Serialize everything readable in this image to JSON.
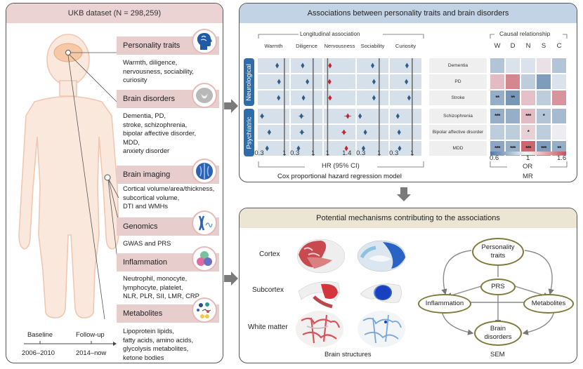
{
  "left_panel": {
    "title": "UKB dataset (N = 298,259)",
    "categories": [
      {
        "label": "Personality traits",
        "description": [
          "Warmth, diligence,",
          "nervousness, sociability,",
          "curiosity"
        ],
        "icon": "head-brain-icon"
      },
      {
        "label": "Brain disorders",
        "description": [
          "Dementia, PD,",
          "stroke, schizophrenia,",
          "bipolar affective disorder,",
          "MDD,",
          "anxiety disorder"
        ],
        "icon": "brain-section-icon"
      },
      {
        "label": "Brain imaging",
        "description": [
          "Cortical volume/area/thickness,",
          "subcortical volume,",
          "DTI and WMHs"
        ],
        "icon": "brain-scan-icon"
      },
      {
        "label": "Genomics",
        "description": [
          "GWAS and PRS"
        ],
        "icon": "chromosome-dna-icon"
      },
      {
        "label": "Inflammation",
        "description": [
          "Neutrophil, monocyte,",
          "lymphocyte, platelet,",
          "NLR, PLR, SII, LMR, CRP"
        ],
        "icon": "immune-cells-icon"
      },
      {
        "label": "Metabolites",
        "description": [
          "Lipoprotein lipids,",
          "fatty acids, amino acids,",
          "glycolysis metabolites,",
          "ketone bodies"
        ],
        "icon": "molecules-icon"
      }
    ],
    "timeline": {
      "baseline_label": "Baseline",
      "baseline_years": "2006–2010",
      "followup_label": "Follow-up",
      "followup_years": "2014–now"
    }
  },
  "top_panel": {
    "title": "Associations between personality traits and brain disorders",
    "longitudinal_label": "Longitudinal association",
    "causal_label": "Causal relationship",
    "traits": [
      "Warmth",
      "Diligence",
      "Nervousness",
      "Sociability",
      "Curiosity"
    ],
    "trait_abbrev": [
      "W",
      "D",
      "N",
      "S",
      "C"
    ],
    "groups": [
      {
        "label": "Neurological",
        "diseases": [
          "Dementia",
          "PD",
          "Stroke"
        ]
      },
      {
        "label": "Psychiatric",
        "diseases": [
          "Schizophrenia",
          "Bipolar affective disorder",
          "MDD"
        ]
      }
    ],
    "forest_ticks": [
      [
        "0.3",
        "1"
      ],
      [
        "0.3",
        "1"
      ],
      [
        "1",
        "1.4"
      ],
      [
        "0.3",
        "1"
      ],
      [
        "0.3",
        "1"
      ]
    ],
    "hr_label": "HR (95% CI)",
    "cox_label": "Cox proportional hazard regression model",
    "colorbar": {
      "min": "0.6",
      "mid": "1",
      "max": "1.6",
      "low_color": "#4f78a3",
      "high_color": "#c9515c"
    },
    "or_label": "OR",
    "mr_label": "MR"
  },
  "chart_data": [
    {
      "type": "scatter",
      "title": "Longitudinal association (forest plot)",
      "xlabel": "HR (95% CI)",
      "note": "Hazard ratios per trait (columns) and disorder (rows); red = HR > 1, blue = HR < 1",
      "categories": [
        "Dementia",
        "PD",
        "Stroke",
        "Schizophrenia",
        "Bipolar affective disorder",
        "MDD"
      ],
      "series": [
        {
          "name": "Warmth",
          "xlim": [
            0.3,
            1.1
          ],
          "values": [
            0.8,
            0.85,
            0.84,
            0.38,
            0.58,
            0.52
          ],
          "ci_half": [
            0.02,
            0.02,
            0.02,
            0.06,
            0.05,
            0.02
          ]
        },
        {
          "name": "Diligence",
          "xlim": [
            0.2,
            1.3
          ],
          "values": [
            0.6,
            0.78,
            0.63,
            0.55,
            0.57,
            0.44
          ],
          "ci_half": [
            0.02,
            0.02,
            0.02,
            0.1,
            0.09,
            0.02
          ]
        },
        {
          "name": "Nervousness",
          "xlim": [
            0.95,
            1.55
          ],
          "values": [
            1.05,
            1.04,
            1.05,
            1.42,
            1.34,
            1.39
          ],
          "ci_half": [
            0.01,
            0.01,
            0.01,
            0.07,
            0.05,
            0.01
          ]
        },
        {
          "name": "Sociability",
          "xlim": [
            0.2,
            1.3
          ],
          "values": [
            0.75,
            0.8,
            0.8,
            0.27,
            0.47,
            0.4
          ],
          "ci_half": [
            0.02,
            0.02,
            0.02,
            0.06,
            0.06,
            0.02
          ]
        },
        {
          "name": "Curiosity",
          "xlim": [
            0.2,
            1.3
          ],
          "values": [
            0.8,
            0.78,
            0.88,
            0.45,
            0.5,
            0.52
          ],
          "ci_half": [
            0.02,
            0.02,
            0.02,
            0.06,
            0.06,
            0.02
          ]
        }
      ],
      "colors": {
        "positive": "#c8202e",
        "negative": "#2f5d8a"
      }
    },
    {
      "type": "heatmap",
      "title": "Causal relationship (MR)",
      "xlabel": "OR",
      "columns": [
        "W",
        "D",
        "N",
        "S",
        "C"
      ],
      "rows": [
        "Dementia",
        "PD",
        "Stroke",
        "Schizophrenia",
        "Bipolar affective disorder",
        "MDD"
      ],
      "values": [
        [
          0.85,
          0.95,
          0.95,
          1.06,
          0.85
        ],
        [
          1.2,
          1.4,
          0.88,
          0.72,
          0.95
        ],
        [
          0.78,
          0.7,
          1.18,
          0.88,
          1.35
        ],
        [
          0.78,
          0.78,
          1.2,
          0.85,
          0.82
        ],
        [
          0.88,
          0.88,
          1.12,
          0.88,
          1.02
        ],
        [
          0.75,
          0.78,
          1.52,
          0.72,
          0.78
        ]
      ],
      "significance": [
        [
          "",
          "",
          "",
          "",
          ""
        ],
        [
          "",
          "",
          "",
          "",
          ""
        ],
        [
          "**",
          "**",
          "",
          "",
          ""
        ],
        [
          "***",
          "",
          "***",
          "*",
          ""
        ],
        [
          "",
          "",
          "*",
          "",
          ""
        ],
        [
          "***",
          "***",
          "***",
          "***",
          "**"
        ]
      ],
      "range": [
        0.6,
        1.6
      ],
      "colorbar_ticks": [
        "0.6",
        "1",
        "1.6"
      ]
    }
  ],
  "bottom_panel": {
    "title": "Potential mechanisms contributing to the associations",
    "structure_rows": [
      "Cortex",
      "Subcortex",
      "White matter"
    ],
    "structures_caption": "Brain structures",
    "sem_nodes": {
      "personality": [
        "Personality",
        "traits"
      ],
      "prs": "PRS",
      "inflammation": "Inflammation",
      "metabolites": "Metabolites",
      "disorders": [
        "Brain",
        "disorders"
      ]
    },
    "sem_caption": "SEM"
  }
}
